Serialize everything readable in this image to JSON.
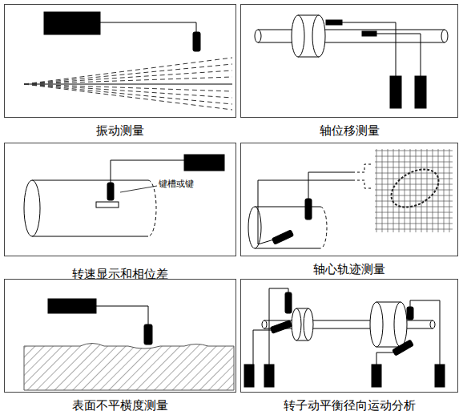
{
  "diagram": {
    "nodes": [
      {
        "text": [
          "振动测量"
        ]
      },
      {
        "text": [
          "轴位移测量"
        ]
      },
      {
        "text": [
          "转速显示和相位差"
        ]
      },
      {
        "text": [
          "轴心轨迹测量"
        ]
      },
      {
        "text": [
          "表面不平横度测量"
        ]
      },
      {
        "text": [
          "转子动平衡径向运动分析"
        ]
      }
    ],
    "labels": [
      "键槽或键"
    ]
  }
}
